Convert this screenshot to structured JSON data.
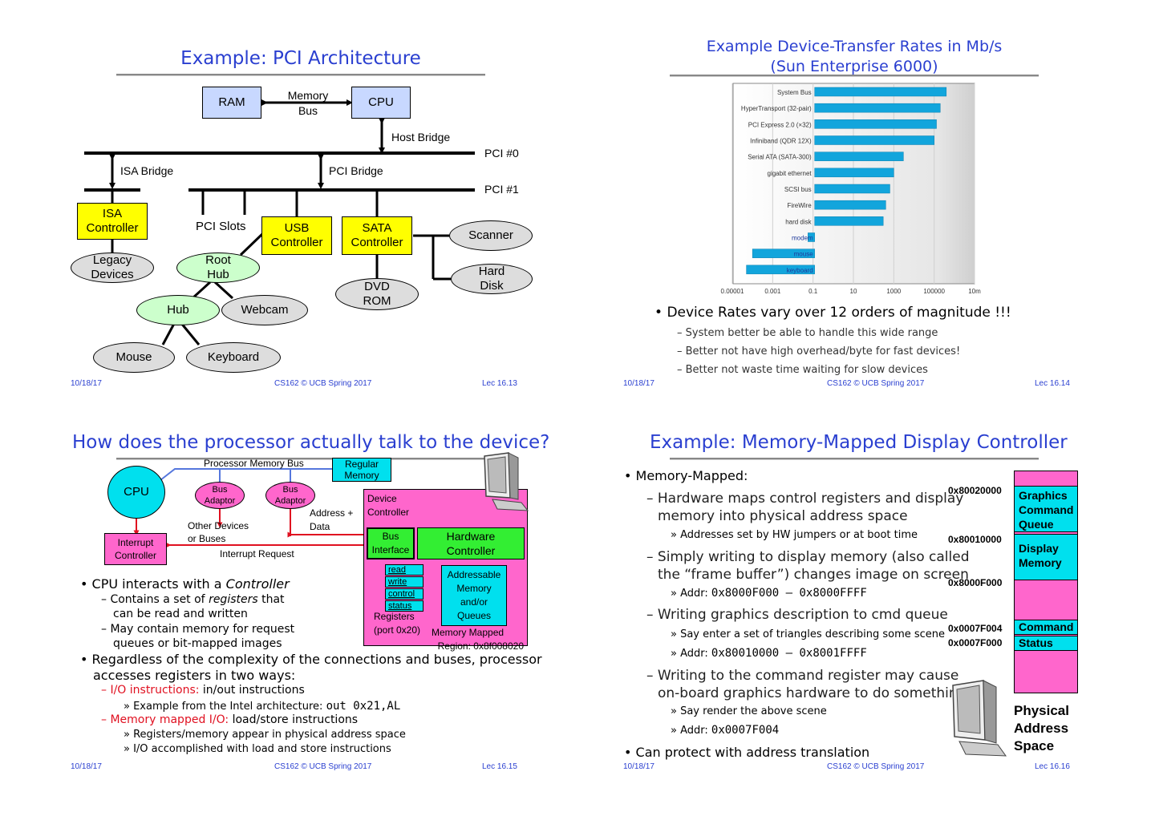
{
  "slide1": {
    "title": "Example: PCI Architecture",
    "ram": "RAM",
    "cpu": "CPU",
    "memory_bus_1": "Memory",
    "memory_bus_2": "Bus",
    "host_bridge": "Host Bridge",
    "pci0": "PCI #0",
    "pci1": "PCI #1",
    "isa_bridge": "ISA Bridge",
    "pci_bridge": "PCI Bridge",
    "pci_slots": "PCI Slots",
    "isa_ctrl_1": "ISA",
    "isa_ctrl_2": "Controller",
    "usb_ctrl_1": "USB",
    "usb_ctrl_2": "Controller",
    "sata_ctrl_1": "SATA",
    "sata_ctrl_2": "Controller",
    "legacy_1": "Legacy",
    "legacy_2": "Devices",
    "root_hub_1": "Root",
    "root_hub_2": "Hub",
    "hub": "Hub",
    "webcam": "Webcam",
    "mouse": "Mouse",
    "keyboard": "Keyboard",
    "scanner": "Scanner",
    "hard_disk_1": "Hard",
    "hard_disk_2": "Disk",
    "dvd_1": "DVD",
    "dvd_2": "ROM",
    "footer_date": "10/18/17",
    "footer_course": "CS162 © UCB Spring 2017",
    "footer_lec": "Lec 16.13"
  },
  "slide2": {
    "title_1": "Example Device-Transfer Rates in Mb/s",
    "title_2": "(Sun Enterprise 6000)",
    "bullet": "Device Rates vary over 12 orders of magnitude !!!",
    "sub1": "System better be able to handle this wide range",
    "sub2": "Better not have high overhead/byte for fast devices!",
    "sub3": "Better not waste time waiting for slow devices",
    "footer_date": "10/18/17",
    "footer_course": "CS162 © UCB Spring 2017",
    "footer_lec": "Lec 16.14"
  },
  "chart_data": {
    "type": "bar",
    "orientation": "horizontal",
    "log_scale": true,
    "categories": [
      "System Bus",
      "HyperTransport (32-pair)",
      "PCI Express 2.0 (×32)",
      "Infiniband (QDR 12X)",
      "Serial ATA (SATA-300)",
      "gigabit ethernet",
      "SCSI bus",
      "FireWire",
      "hard disk",
      "modem",
      "mouse",
      "keyboard"
    ],
    "values": [
      400000,
      200000,
      130000,
      100000,
      3000,
      1000,
      640,
      400,
      300,
      0.056,
      0.0001,
      5e-05
    ],
    "x_tick_labels": [
      "0.00001",
      "0.001",
      "0.1",
      "10",
      "1000",
      "100000",
      "10m"
    ],
    "xlim": [
      1e-05,
      10000000
    ],
    "bar_color": "#12a5dc"
  },
  "slide3": {
    "title": "How does the processor actually talk to the device?",
    "cpu": "CPU",
    "proc_mem_bus": "Processor Memory Bus",
    "regular_memory_1": "Regular",
    "regular_memory_2": "Memory",
    "bus_adaptor_1": "Bus",
    "bus_adaptor_2": "Adaptor",
    "other_devices_1": "Other Devices",
    "other_devices_2": "or Buses",
    "address_data_1": "Address +",
    "address_data_2": "Data",
    "interrupt_ctrl_1": "Interrupt",
    "interrupt_ctrl_2": "Controller",
    "interrupt_request": "Interrupt Request",
    "device_ctrl_1": "Device",
    "device_ctrl_2": "Controller",
    "bus_interface_1": "Bus",
    "bus_interface_2": "Interface",
    "hw_ctrl_1": "Hardware",
    "hw_ctrl_2": "Controller",
    "reg_read": "read",
    "reg_write": "write",
    "reg_control": "control",
    "reg_status": "status",
    "registers_1": "Registers",
    "registers_2": "(port 0x20)",
    "addr_mem_1": "Addressable",
    "addr_mem_2": "Memory",
    "addr_mem_3": "and/or",
    "addr_mem_4": "Queues",
    "mem_mapped_1": "Memory Mapped",
    "mem_mapped_2": "Region: 0x8f008020",
    "b1_pre": "CPU interacts with a ",
    "b1_em": "Controller",
    "b1_s1_pre": "– Contains a set of ",
    "b1_s1_em": "registers",
    "b1_s1_post": " that",
    "b1_s1_cont": "can be read and written",
    "b1_s2": "– May contain memory for request",
    "b1_s2_cont": "queues or bit-mapped images",
    "b2_line1": "Regardless of the complexity of the connections and buses, processor",
    "b2_line2": "accesses registers in two ways:",
    "b2_s1_red": "– I/O instructions:",
    "b2_s1_rest": " in/out instructions",
    "b2_s1_sub_pre": "» Example from the Intel architecture: ",
    "b2_s1_sub_code": "out 0x21,AL",
    "b2_s2_red": "– Memory mapped I/O:",
    "b2_s2_rest": " load/store instructions",
    "b2_s2_sub1": "» Registers/memory appear in physical address space",
    "b2_s2_sub2": "» I/O accomplished with load and store instructions",
    "footer_date": "10/18/17",
    "footer_course": "CS162 © UCB Spring 2017",
    "footer_lec": "Lec 16.15"
  },
  "slide4": {
    "title": "Example: Memory-Mapped Display Controller",
    "b1": "Memory-Mapped:",
    "s1_l1": "– Hardware maps control registers and display",
    "s1_l2": "memory into physical address space",
    "s1_sub": "» Addresses set by HW jumpers or at boot time",
    "s2_l1": "– Simply writing to display memory (also called",
    "s2_l2": "the “frame buffer”) changes image on screen",
    "s2_sub_pre": "» Addr: ",
    "s2_sub_code": "0x8000F000 — 0x8000FFFF",
    "s3_l1": "– Writing graphics description to cmd queue",
    "s3_sub1": "» Say enter a set of triangles describing some scene",
    "s3_sub2_pre": "» Addr: ",
    "s3_sub2_code": "0x80010000 — 0x8001FFFF",
    "s4_l1": "– Writing to the command register may cause",
    "s4_l2": "on-board graphics hardware to do something",
    "s4_sub1": "» Say render the above scene",
    "s4_sub2_pre": "» Addr: ",
    "s4_sub2_code": "0x0007F004",
    "b2": "Can protect with address translation",
    "addr1": "0x80020000",
    "addr2": "0x80010000",
    "addr3": "0x8000F000",
    "addr4": "0x0007F004",
    "addr5": "0x0007F000",
    "mem_gcq_1": "Graphics",
    "mem_gcq_2": "Command",
    "mem_gcq_3": "Queue",
    "mem_disp_1": "Display",
    "mem_disp_2": "Memory",
    "mem_cmd": "Command",
    "mem_status": "Status",
    "phys_1": "Physical",
    "phys_2": "Address",
    "phys_3": "Space",
    "footer_date": "10/18/17",
    "footer_course": "CS162 © UCB Spring 2017",
    "footer_lec": "Lec 16.16"
  }
}
